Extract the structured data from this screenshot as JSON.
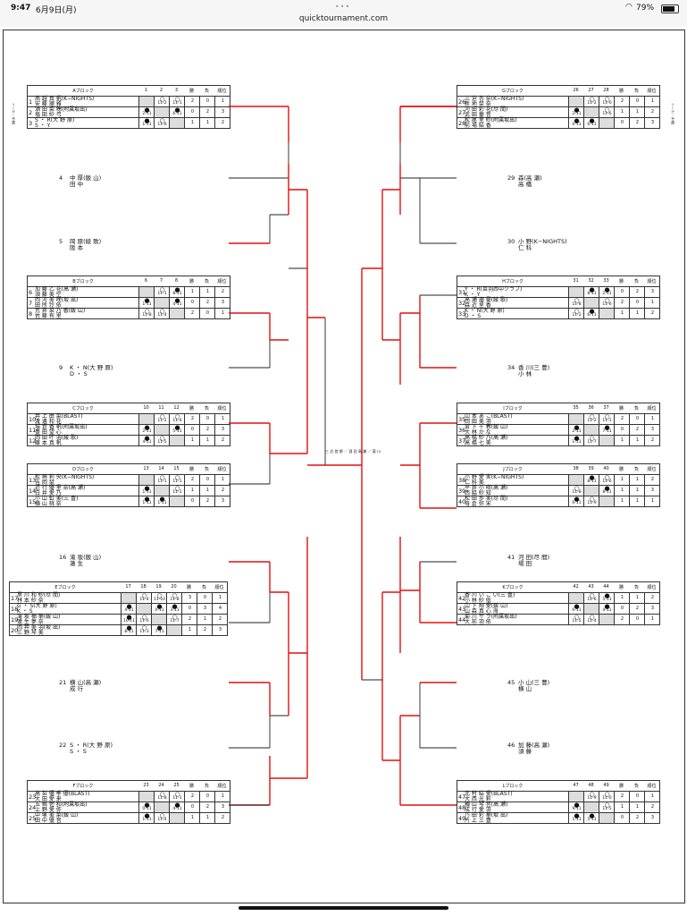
{
  "status_bar": {
    "time": "9:47",
    "date": "6月9日(月)",
    "url": "quicktournament.com",
    "battery": "79%"
  },
  "header_cols": {
    "wins": "勝",
    "losses": "負",
    "rank": "順位"
  },
  "groups_left": [
    {
      "name": "Aブロック",
      "cols": [
        "1",
        "2",
        "3"
      ],
      "rows": [
        {
          "seed": "1",
          "l1": "髙 越 真 帆(K−NIGHTS)",
          "l2": "安 藤 瑠 雅",
          "cells": [
            [
              "",
              ""
            ],
            [
              "○",
              "11-2"
            ],
            [
              "○",
              "11-1"
            ]
          ],
          "w": "2",
          "l": "0",
          "r": "1"
        },
        {
          "seed": "2",
          "l1": "酒 田 菜 穂(附属坂出)",
          "l2": "塩 田 紗 弓",
          "cells": [
            [
              "●",
              "2-11"
            ],
            [
              "",
              ""
            ],
            [
              "●",
              "6-11"
            ]
          ],
          "w": "0",
          "l": "2",
          "r": "3"
        },
        {
          "seed": "3",
          "l1": "S ・ R(大 野 原)",
          "l2": "S ・ Y",
          "cells": [
            [
              "●",
              "1-11"
            ],
            [
              "○",
              "11-6"
            ],
            [
              "",
              ""
            ]
          ],
          "w": "1",
          "l": "1",
          "r": "2"
        }
      ]
    },
    {
      "name": "Bブロック",
      "cols": [
        "6",
        "7",
        "8"
      ],
      "rows": [
        {
          "seed": "6",
          "l1": "加 藤 乙 花(高 瀬)",
          "l2": "須 藤 美 空",
          "cells": [
            [
              "",
              ""
            ],
            [
              "○",
              "11-1"
            ],
            [
              "●",
              "8-11"
            ]
          ],
          "w": "1",
          "l": "1",
          "r": "2"
        },
        {
          "seed": "7",
          "l1": "岡 河 美 咲(坂 出)",
          "l2": "田 所 玲 依",
          "cells": [
            [
              "●",
              "1-11"
            ],
            [
              "",
              ""
            ],
            [
              "●",
              "4-11"
            ]
          ],
          "w": "0",
          "l": "2",
          "r": "3"
        },
        {
          "seed": "8",
          "l1": "荒 井 菜 乃 香(飯 山)",
          "l2": "佐 藤 有 里",
          "cells": [
            [
              "○",
              "11-8"
            ],
            [
              "○",
              "11-4"
            ],
            [
              "",
              ""
            ]
          ],
          "w": "2",
          "l": "0",
          "r": "1"
        }
      ]
    },
    {
      "name": "Cブロック",
      "cols": [
        "10",
        "11",
        "12"
      ],
      "rows": [
        {
          "seed": "10",
          "l1": "井 上 由 菜(BLAST)",
          "l2": "渡 邊 和 花",
          "cells": [
            [
              "",
              ""
            ],
            [
              "○",
              "11-2"
            ],
            [
              "○",
              "11-4"
            ]
          ],
          "w": "2",
          "l": "0",
          "r": "1"
        },
        {
          "seed": "11",
          "l1": "城 倉 香 帆(附属坂出)",
          "l2": "豊 田 望 心",
          "cells": [
            [
              "●",
              "2-11"
            ],
            [
              "",
              ""
            ],
            [
              "●",
              "5-11"
            ]
          ],
          "w": "0",
          "l": "2",
          "r": "3"
        },
        {
          "seed": "12",
          "l1": "岡 田 叶 羽(綾 歌)",
          "l2": "藤 本 真 帆",
          "cells": [
            [
              "●",
              "4-11"
            ],
            [
              "○",
              "11-5"
            ],
            [
              "",
              ""
            ]
          ],
          "w": "1",
          "l": "1",
          "r": "2"
        }
      ]
    },
    {
      "name": "Dブロック",
      "cols": [
        "13",
        "14",
        "15"
      ],
      "rows": [
        {
          "seed": "13",
          "l1": "松 崎 莉 央(K−NIGHTS)",
          "l2": "吉 岡 栞",
          "cells": [
            [
              "",
              ""
            ],
            [
              "○",
              "11-1"
            ],
            [
              "○",
              "11-1"
            ]
          ],
          "w": "2",
          "l": "0",
          "r": "1"
        },
        {
          "seed": "14",
          "l1": "近 行 優 里 奈(高 瀬)",
          "l2": "白 井 愛 乃",
          "cells": [
            [
              "●",
              "1-11"
            ],
            [
              "",
              ""
            ],
            [
              "○",
              "11-1"
            ]
          ],
          "w": "1",
          "l": "1",
          "r": "2"
        },
        {
          "seed": "15",
          "l1": "小 山 虹 美(三 豊)",
          "l2": "横 山 桃 奈",
          "cells": [
            [
              "●",
              "1-11"
            ],
            [
              "●",
              "1-11"
            ],
            [
              "",
              ""
            ]
          ],
          "w": "0",
          "l": "2",
          "r": "3"
        }
      ]
    },
    {
      "name": "Eブロック",
      "cols": [
        "17",
        "18",
        "19",
        "20"
      ],
      "rows": [
        {
          "seed": "17",
          "l1": "黒 川 和 紗(尽 間)",
          "l2": "林 本 紗 奈",
          "cells": [
            [
              "",
              ""
            ],
            [
              "○",
              "11-4"
            ],
            [
              "○",
              "11-10"
            ],
            [
              "○",
              "11-8"
            ]
          ],
          "w": "3",
          "l": "0",
          "r": "1"
        },
        {
          "seed": "18",
          "l1": "G ・ S(大 野 原)",
          "l2": "K ・ S",
          "cells": [
            [
              "●",
              "4-11"
            ],
            [
              "",
              ""
            ],
            [
              "●",
              "0-11"
            ],
            [
              "●",
              "3-11"
            ]
          ],
          "w": "0",
          "l": "3",
          "r": "4"
        },
        {
          "seed": "19",
          "l1": "滝 坂 柚 葉(飯 山)",
          "l2": "蓮 生 夢 奈",
          "cells": [
            [
              "●",
              "10-11"
            ],
            [
              "○",
              "11-0"
            ],
            [
              "",
              ""
            ],
            [
              "○",
              "11-7"
            ]
          ],
          "w": "2",
          "l": "1",
          "r": "2"
        },
        {
          "seed": "20",
          "l1": "岡 井 美 羽(坂 出)",
          "l2": "三 野 琴 美",
          "cells": [
            [
              "●",
              "8-11"
            ],
            [
              "○",
              "11-3"
            ],
            [
              "●",
              "7-11"
            ],
            [
              "",
              ""
            ]
          ],
          "w": "1",
          "l": "2",
          "r": "3"
        }
      ]
    },
    {
      "name": "Fブロック",
      "cols": [
        "23",
        "24",
        "25"
      ],
      "rows": [
        {
          "seed": "23",
          "l1": "高 梨 優 季 優(BLAST)",
          "l2": "大 田 愛 来",
          "cells": [
            [
              "",
              ""
            ],
            [
              "○",
              "11-8"
            ],
            [
              "○",
              "11-1"
            ]
          ],
          "w": "2",
          "l": "0",
          "r": "1"
        },
        {
          "seed": "24",
          "l1": "五 嶋 佐 和(附属坂出)",
          "l2": "上 野 愛 弥",
          "cells": [
            [
              "●",
              "0-11"
            ],
            [
              "",
              ""
            ],
            [
              "●",
              "4-11"
            ]
          ],
          "w": "0",
          "l": "2",
          "r": "3"
        },
        {
          "seed": "25",
          "l1": "中 塚 美 菜(飯 山)",
          "l2": "田 中 優 音",
          "cells": [
            [
              "●",
              "1-11"
            ],
            [
              "○",
              "11-4"
            ],
            [
              "",
              ""
            ]
          ],
          "w": "1",
          "l": "1",
          "r": "2"
        }
      ]
    }
  ],
  "groups_right": [
    {
      "name": "Gブロック",
      "cols": [
        "26",
        "27",
        "28"
      ],
      "rows": [
        {
          "seed": "26",
          "l1": "三 迫 杏 奈(K−NIGHTS)",
          "l2": "新 地 栞 奈",
          "cells": [
            [
              "",
              ""
            ],
            [
              "○",
              "11-2"
            ],
            [
              "○",
              "11-0"
            ]
          ],
          "w": "2",
          "l": "0",
          "r": "1"
        },
        {
          "seed": "27",
          "l1": "河 田 彩 花(尽 間)",
          "l2": "武 田 華 音",
          "cells": [
            [
              "●",
              "2-11"
            ],
            [
              "",
              ""
            ],
            [
              "○",
              "11-6"
            ]
          ],
          "w": "1",
          "l": "1",
          "r": "2"
        },
        {
          "seed": "28",
          "l1": "松 尾 里 紗(附属坂出)",
          "l2": "前 場 結 香",
          "cells": [
            [
              "●",
              "0-11"
            ],
            [
              "●",
              "6-11"
            ],
            [
              "",
              ""
            ]
          ],
          "w": "0",
          "l": "2",
          "r": "3"
        }
      ]
    },
    {
      "name": "Hブロック",
      "cols": [
        "31",
        "32",
        "33"
      ],
      "rows": [
        {
          "seed": "31",
          "l1": "Y ・ R(苗羽西中クラブ)",
          "l2": "K ・ Y",
          "cells": [
            [
              "",
              ""
            ],
            [
              "●",
              "8-11"
            ],
            [
              "●",
              "2-11"
            ]
          ],
          "w": "0",
          "l": "2",
          "r": "3"
        },
        {
          "seed": "32",
          "l1": "高 瀬 瑠 晏(綾 歌)",
          "l2": "森 近 里 香",
          "cells": [
            [
              "○",
              "11-8"
            ],
            [
              "",
              ""
            ],
            [
              "○",
              "11-6"
            ]
          ],
          "w": "2",
          "l": "0",
          "r": "1"
        },
        {
          "seed": "33",
          "l1": "K ・ N(大 野 原)",
          "l2": "D ・ S",
          "cells": [
            [
              "○",
              "11-2"
            ],
            [
              "●",
              "6-11"
            ],
            [
              "",
              ""
            ]
          ],
          "w": "1",
          "l": "1",
          "r": "2"
        }
      ]
    },
    {
      "name": "Iブロック",
      "cols": [
        "35",
        "36",
        "37"
      ],
      "rows": [
        {
          "seed": "35",
          "l1": "山 本 あ こ(BLAST)",
          "l2": "岡 田 美 羽",
          "cells": [
            [
              "",
              ""
            ],
            [
              "○",
              "11-2"
            ],
            [
              "○",
              "11-1"
            ]
          ],
          "w": "2",
          "l": "0",
          "r": "1"
        },
        {
          "seed": "36",
          "l1": "宮 下 千 春(飯 山)",
          "l2": "大 林 か な",
          "cells": [
            [
              "●",
              "2-11"
            ],
            [
              "",
              ""
            ],
            [
              "●",
              "7-11"
            ]
          ],
          "w": "0",
          "l": "2",
          "r": "3"
        },
        {
          "seed": "37",
          "l1": "高 橋 紗 乃(高 瀬)",
          "l2": "高 橋 七 美",
          "cells": [
            [
              "●",
              "1-11"
            ],
            [
              "○",
              "11-7"
            ],
            [
              "",
              ""
            ]
          ],
          "w": "1",
          "l": "1",
          "r": "2"
        }
      ]
    },
    {
      "name": "Jブロック",
      "cols": [
        "38",
        "39",
        "40"
      ],
      "rows": [
        {
          "seed": "38",
          "l1": "小 野 愛 実(K−NIGHTS)",
          "l2": "仁 科 美",
          "cells": [
            [
              "",
              ""
            ],
            [
              "●",
              "8-11"
            ],
            [
              "○",
              "11-6"
            ]
          ],
          "w": "1",
          "l": "1",
          "r": "2"
        },
        {
          "seed": "39",
          "l1": "平 井 小 晴(高 瀬)",
          "l2": "西 脇 紗 知",
          "cells": [
            [
              "○",
              "11-8"
            ],
            [
              "",
              ""
            ],
            [
              "●",
              "8-11"
            ]
          ],
          "w": "1",
          "l": "1",
          "r": "3"
        },
        {
          "seed": "40",
          "l1": "松 田 歩 実(尽 間)",
          "l2": "母 倉 弥 宋",
          "cells": [
            [
              "●",
              "6-11"
            ],
            [
              "○",
              "11-9"
            ],
            [
              "",
              ""
            ]
          ],
          "w": "1",
          "l": "1",
          "r": "1"
        }
      ]
    },
    {
      "name": "Kブロック",
      "cols": [
        "42",
        "43",
        "44"
      ],
      "rows": [
        {
          "seed": "42",
          "l1": "香 川 い こ い(三 豊)",
          "l2": "小 林 紗 依",
          "cells": [
            [
              "",
              ""
            ],
            [
              "○",
              "11-6"
            ],
            [
              "●",
              "5-11"
            ]
          ],
          "w": "1",
          "l": "1",
          "r": "2"
        },
        {
          "seed": "43",
          "l1": "山 下 翔 愛(飯 山)",
          "l2": "山 森 真 心 海",
          "cells": [
            [
              "●",
              "6-11"
            ],
            [
              "",
              ""
            ],
            [
              "●",
              "4-11"
            ]
          ],
          "w": "0",
          "l": "2",
          "r": "3"
        },
        {
          "seed": "44",
          "l1": "菊 川 サ ラ(附属坂出)",
          "l2": "大 前 羽 依",
          "cells": [
            [
              "○",
              "11-5"
            ],
            [
              "○",
              "11-4"
            ],
            [
              "",
              ""
            ]
          ],
          "w": "2",
          "l": "0",
          "r": "1"
        }
      ]
    },
    {
      "name": "Lブロック",
      "cols": [
        "47",
        "48",
        "49"
      ],
      "rows": [
        {
          "seed": "47",
          "l1": "北 村 結 愛(BLAST)",
          "l2": "大 西 光 莉",
          "cells": [
            [
              "",
              ""
            ],
            [
              "○",
              "11-9"
            ],
            [
              "○",
              "11-0"
            ]
          ],
          "w": "2",
          "l": "0",
          "r": "1"
        },
        {
          "seed": "48",
          "l1": "横 山 琴 音(高 瀬)",
          "l2": "成 行 愛 羽",
          "cells": [
            [
              "●",
              "9-11"
            ],
            [
              "",
              ""
            ],
            [
              "○",
              "11-5"
            ]
          ],
          "w": "1",
          "l": "1",
          "r": "2"
        },
        {
          "seed": "49",
          "l1": "乃 田 彩 華(坂 出)",
          "l2": "片 上 三 豊",
          "cells": [
            [
              "●",
              "1-11"
            ],
            [
              "●",
              "5-11"
            ],
            [
              "",
              ""
            ]
          ],
          "w": "0",
          "l": "2",
          "r": "3"
        }
      ]
    }
  ],
  "entries_left": [
    {
      "seed": "4",
      "l1": "中 厚(飯 山)",
      "l2": "田 中"
    },
    {
      "seed": "5",
      "l1": "岡 原(綾 歌)",
      "l2": "阪 本"
    },
    {
      "seed": "9",
      "l1": "K ・ N(大 野 原)",
      "l2": "D ・ S"
    },
    {
      "seed": "16",
      "l1": "滝 坂(飯 山)",
      "l2": "蓮 生"
    },
    {
      "seed": "21",
      "l1": "横 山(高 瀬)",
      "l2": "成 行"
    },
    {
      "seed": "22",
      "l1": "S ・ R(大 野 原)",
      "l2": "S ・ S"
    }
  ],
  "entries_right": [
    {
      "seed": "29",
      "l1": "森(高 瀬)",
      "l2": "高 橋"
    },
    {
      "seed": "30",
      "l1": "小 野(K−NIGHTS)",
      "l2": "仁 科"
    },
    {
      "seed": "34",
      "l1": "香 川(三 豊)",
      "l2": "小 林"
    },
    {
      "seed": "41",
      "l1": "河 田(尽 間)",
      "l2": "場 田"
    },
    {
      "seed": "45",
      "l1": "小 山(三 豊)",
      "l2": "横 山"
    },
    {
      "seed": "46",
      "l1": "加 藤(高 瀬)",
      "l2": "須 藤"
    }
  ],
  "center_label": "三 近 首 野 ／ 酒 田 高 瀬 ／ 菊 川",
  "side_note": "リーグ・予選"
}
